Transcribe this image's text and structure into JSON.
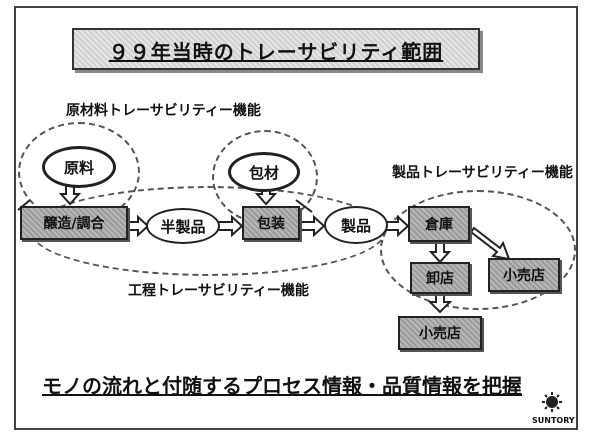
{
  "title": "９９年当時のトレーサビリティ範囲",
  "labels": {
    "raw_material_traceability": "原材料トレーサビリティー機能",
    "product_traceability": "製品トレーサビリティー機能",
    "process_traceability": "工程トレーサビリティー機能"
  },
  "nodes": {
    "raw_material": "原料",
    "packaging_material": "包材",
    "brewing_blending": "醸造/調合",
    "semi_finished": "半製品",
    "packaging": "包装",
    "product": "製品",
    "warehouse": "倉庫",
    "wholesaler": "卸店",
    "retailer_right": "小売店",
    "retailer_bottom": "小売店"
  },
  "footer": "モノの流れと付随するプロセス情報・品質情報を把握",
  "logo_text": "SUNTORY"
}
